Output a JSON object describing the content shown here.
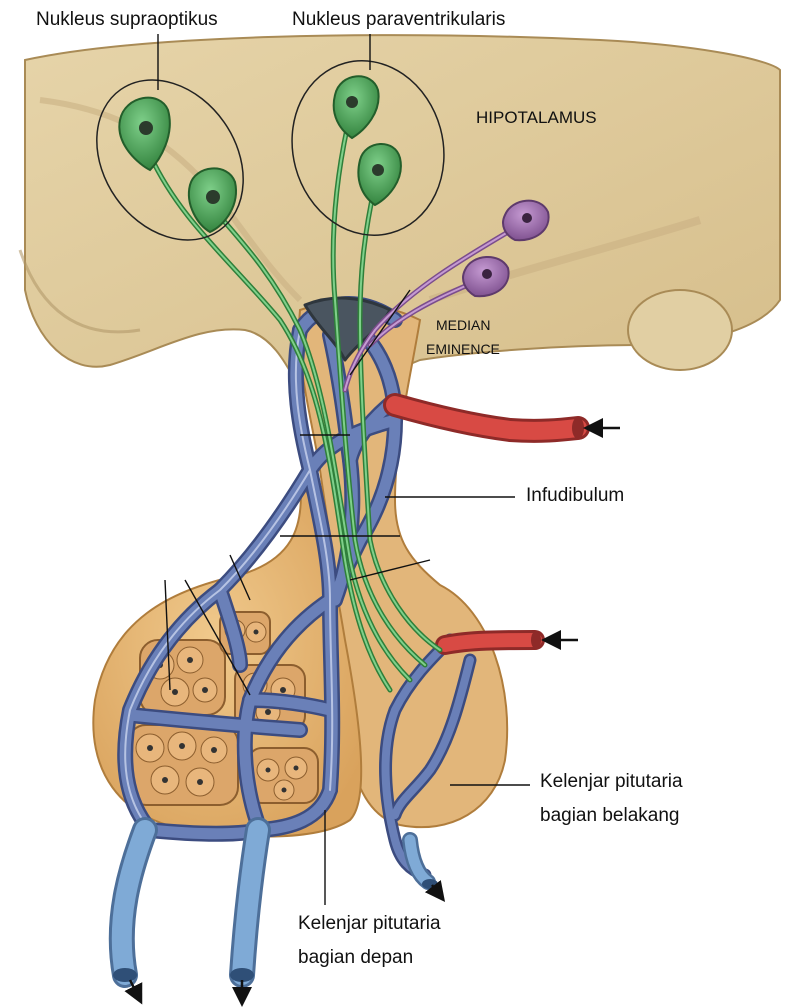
{
  "labels": {
    "supraoptic": "Nukleus supraoptikus",
    "paraventricular": "Nukleus paraventrikularis",
    "hypothalamus": "HIPOTALAMUS",
    "median_eminence_line1": "MEDIAN",
    "median_eminence_line2": "EMINENCE",
    "infundibulum": "Infudibulum",
    "posterior_line1": "Kelenjar pitutaria",
    "posterior_line2": "bagian belakang",
    "anterior_line1": "Kelenjar pitutaria",
    "anterior_line2": "bagian depan"
  },
  "colors": {
    "background": "#ffffff",
    "hypothalamus_tissue": "#dcc79a",
    "hypothalamus_edge": "#a98b56",
    "gland_tissue": "#e7b873",
    "gland_edge": "#b07d3c",
    "portal_vein": "#6a80b8",
    "portal_vein_dark": "#3c4c80",
    "artery": "#d84a44",
    "outflow_vein": "#7faad6",
    "magnocellular_neuron": "#3f9a4a",
    "parvocellular_neuron": "#9a68a8",
    "secretory_cells": "#d9a468",
    "leader_line": "#111111"
  }
}
